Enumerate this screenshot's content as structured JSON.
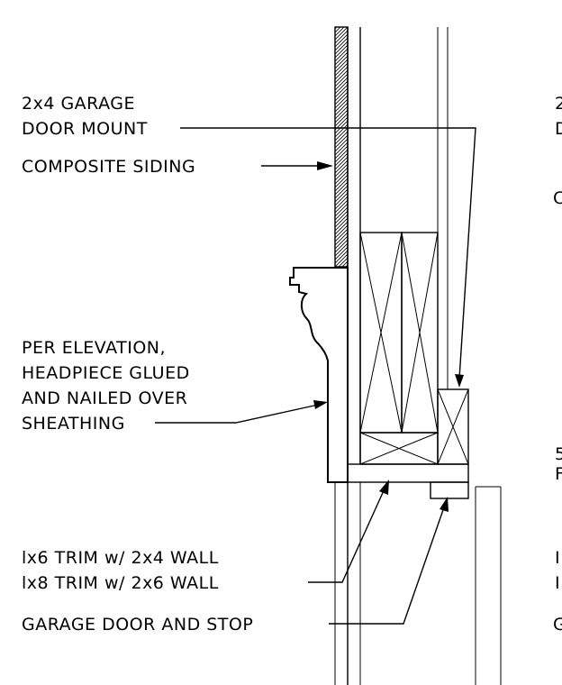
{
  "labels": {
    "garage_mount_line1": "2x4 GARAGE",
    "garage_mount_line2": "DOOR MOUNT",
    "composite_siding": "COMPOSITE SIDING",
    "elevation_line1": "PER ELEVATION,",
    "elevation_line2": "HEADPIECE GLUED",
    "elevation_line3": "AND NAILED OVER",
    "elevation_line4": "SHEATHING",
    "trim_line1": "lx6 TRIM w/ 2x4 WALL",
    "trim_line2": "lx8 TRIM w/ 2x6 WALL",
    "garage_door_stop": "GARAGE DOOR AND STOP"
  },
  "right_edge_fragments": {
    "r1": "2",
    "r2": "D",
    "r3": "C",
    "r4": "5",
    "r5": "F",
    "r6": "I",
    "r7": "I",
    "r8": "G"
  }
}
